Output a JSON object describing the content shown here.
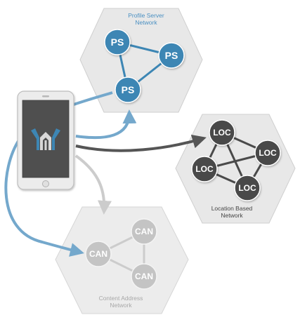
{
  "networks": {
    "profile_server": {
      "title_line1": "Profile Server",
      "title_line2": "Network",
      "nodes": [
        "PS",
        "PS",
        "PS"
      ],
      "color": "#3d86b4",
      "title_color": "#4a90c2"
    },
    "location_based": {
      "title_line1": "Location Based",
      "title_line2": "Network",
      "nodes": [
        "LOC",
        "LOC",
        "LOC",
        "LOC"
      ],
      "color": "#4a4a4a",
      "title_color": "#444444"
    },
    "content_address": {
      "title_line1": "Content Address",
      "title_line2": "Network",
      "nodes": [
        "CAN",
        "CAN",
        "CAN"
      ],
      "color": "#c4c4c4",
      "title_color": "#a8a8a8"
    }
  },
  "device": {
    "icon": "phone-icon",
    "logo": "iop-logo-icon"
  },
  "colors": {
    "hex_fill": "#e8e8e8",
    "hex_stroke": "#c9c9c9",
    "blue_link": "#74a8cc",
    "dark_link": "#555555",
    "gray_link": "#cccccc"
  }
}
